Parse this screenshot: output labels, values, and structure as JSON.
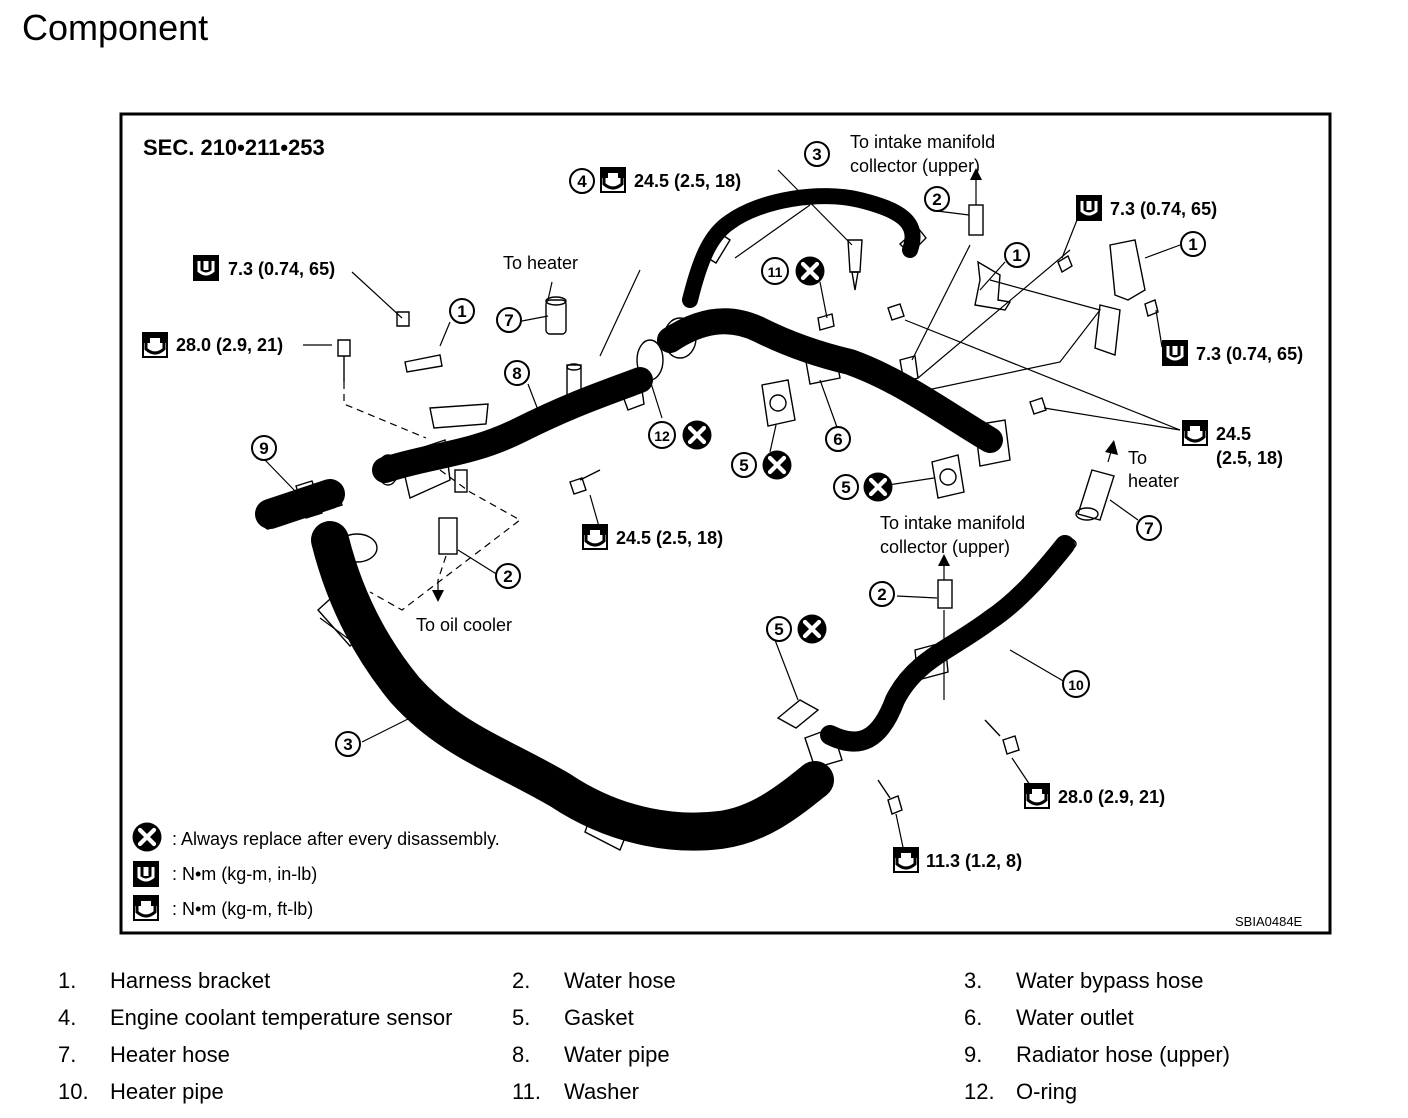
{
  "page": {
    "title": "Component"
  },
  "diagram": {
    "section": "SEC. 210•211•253",
    "code": "SBIA0484E",
    "callouts": {
      "c1a": "1",
      "c1b": "1",
      "c1c": "1",
      "c2a": "2",
      "c2b": "2",
      "c2c": "2",
      "c3a": "3",
      "c3b": "3",
      "c4": "4",
      "c5a": "5",
      "c5b": "5",
      "c5c": "5",
      "c6": "6",
      "c7a": "7",
      "c7b": "7",
      "c8": "8",
      "c9": "9",
      "c10": "10",
      "c11": "11",
      "c12": "12"
    },
    "text_labels": {
      "to_heater_top": "To heater",
      "to_intake_top_1": "To intake manifold",
      "to_intake_top_2": "collector (upper)",
      "to_heater_right_1": "To",
      "to_heater_right_2": "heater",
      "to_intake_mid_1": "To intake manifold",
      "to_intake_mid_2": "collector (upper)",
      "to_oil_cooler": "To oil cooler"
    },
    "torques": {
      "t_4": "24.5 (2.5, 18)",
      "t_73_left": "7.3 (0.74, 65)",
      "t_280_left": "28.0 (2.9, 21)",
      "t_73_top_right": "7.3 (0.74, 65)",
      "t_73_right": "7.3 (0.74, 65)",
      "t_245_right_1": "24.5",
      "t_245_right_2": "(2.5, 18)",
      "t_245_center": "24.5 (2.5, 18)",
      "t_280_right": "28.0 (2.9, 21)",
      "t_113": "11.3 (1.2, 8)"
    },
    "legend": {
      "replace": ": Always replace after every disassembly.",
      "inlb": ": N•m  (kg-m,  in-lb)",
      "ftlb": ": N•m  (kg-m,  ft-lb)"
    }
  },
  "parts": [
    {
      "num": "1.",
      "name": "Harness bracket"
    },
    {
      "num": "2.",
      "name": "Water hose"
    },
    {
      "num": "3.",
      "name": "Water bypass hose"
    },
    {
      "num": "4.",
      "name": "Engine coolant temperature sensor"
    },
    {
      "num": "5.",
      "name": "Gasket"
    },
    {
      "num": "6.",
      "name": "Water outlet"
    },
    {
      "num": "7.",
      "name": "Heater hose"
    },
    {
      "num": "8.",
      "name": "Water pipe"
    },
    {
      "num": "9.",
      "name": "Radiator hose (upper)"
    },
    {
      "num": "10.",
      "name": "Heater pipe"
    },
    {
      "num": "11.",
      "name": "Washer"
    },
    {
      "num": "12.",
      "name": "O-ring"
    }
  ]
}
